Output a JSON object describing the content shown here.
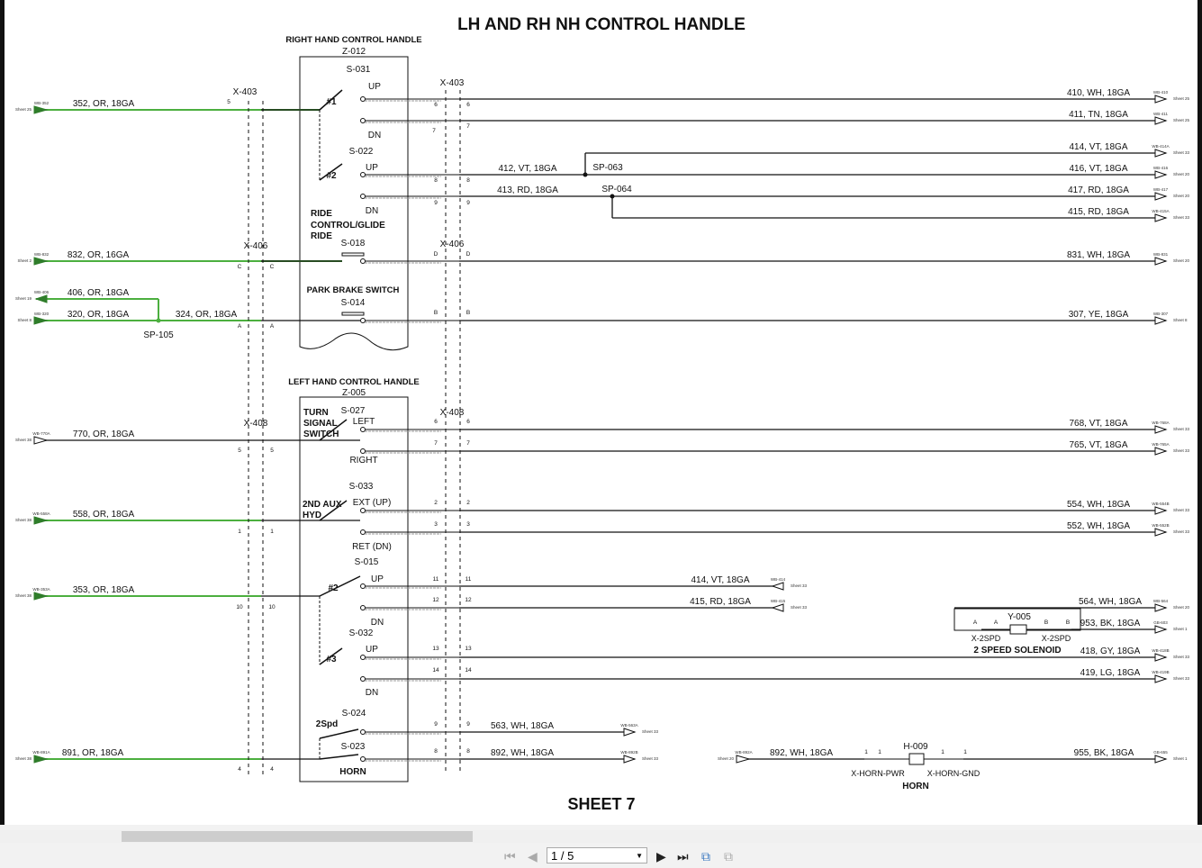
{
  "diagram": {
    "title": "LH AND RH NH CONTROL HANDLE",
    "sheet": "SHEET 7",
    "rh": {
      "title": "RIGHT HAND CONTROL HANDLE",
      "id": "Z-012",
      "s031": "S-031",
      "up1": "UP",
      "n1": "#1",
      "dn1": "DN",
      "s022": "S-022",
      "up2": "UP",
      "n2": "#2",
      "dn2": "DN",
      "ride1": "RIDE",
      "cg": "CONTROL/GLIDE",
      "ride2": "RIDE",
      "s018": "S-018",
      "pbs": "PARK BRAKE SWITCH",
      "s014": "S-014"
    },
    "lh": {
      "title": "LEFT HAND CONTROL HANDLE",
      "id": "Z-005",
      "turn": "TURN",
      "signal": "SIGNAL",
      "switch": "SWITCH",
      "s027": "S-027",
      "left": "LEFT",
      "right": "RIGHT",
      "s033": "S-033",
      "aux": "2ND AUX",
      "hyd": "HYD",
      "ext": "EXT (UP)",
      "ret": "RET (DN)",
      "s015": "S-015",
      "up1": "UP",
      "n2": "#2",
      "dn1": "DN",
      "s032": "S-032",
      "up2": "UP",
      "n3": "#3",
      "dn2": "DN",
      "s024": "S-024",
      "spd": "2Spd",
      "s023": "S-023",
      "horn": "HORN"
    },
    "connectors": [
      "X-403",
      "X-403",
      "X-406",
      "X-406",
      "X-408",
      "X-408"
    ],
    "splices": [
      "SP-063",
      "SP-064",
      "SP-105"
    ],
    "solenoid": {
      "id": "Y-005",
      "conn_a": "X-2SPD",
      "conn_b": "X-2SPD",
      "name": "2 SPEED SOLENOID"
    },
    "horn": {
      "id": "H-009",
      "pwr": "X-HORN-PWR",
      "gnd": "X-HORN-GND",
      "name": "HORN"
    },
    "pins": [
      "5",
      "6",
      "6",
      "7",
      "7",
      "8",
      "8",
      "9",
      "9",
      "C",
      "C",
      "A",
      "A",
      "D",
      "D",
      "B",
      "B",
      "5",
      "5",
      "6",
      "6",
      "7",
      "7",
      "2",
      "2",
      "3",
      "3",
      "1",
      "1",
      "11",
      "11",
      "12",
      "12",
      "10",
      "10",
      "13",
      "13",
      "14",
      "14",
      "9",
      "9",
      "8",
      "8",
      "4",
      "4",
      "A",
      "A",
      "B",
      "B",
      "1",
      "1",
      "1",
      "1"
    ],
    "wires": [
      {
        "label": "352, OR, 18GA",
        "color": "#4caf3f",
        "wb": "WB-352",
        "sheet": "Sheet 25"
      },
      {
        "label": "832, OR, 16GA",
        "color": "#4caf3f",
        "wb": "WB-832",
        "sheet": "Sheet 2"
      },
      {
        "label": "406, OR, 18GA",
        "color": "#4caf3f",
        "wb": "WB-406",
        "sheet": "Sheet 19"
      },
      {
        "label": "320, OR, 18GA",
        "color": "#4caf3f",
        "wb": "WB-320",
        "sheet": "Sheet 8"
      },
      {
        "label": "324, OR, 18GA",
        "color": "#4caf3f",
        "wb": "",
        "sheet": ""
      },
      {
        "label": "770, OR, 18GA",
        "color": "#111111",
        "wb": "WB-770A",
        "sheet": "Sheet 38"
      },
      {
        "label": "558, OR, 18GA",
        "color": "#4caf3f",
        "wb": "WB-558A",
        "sheet": "Sheet 38"
      },
      {
        "label": "353, OR, 18GA",
        "color": "#4caf3f",
        "wb": "WB-353A",
        "sheet": "Sheet 38"
      },
      {
        "label": "891, OR, 18GA",
        "color": "#4caf3f",
        "wb": "WB-891A",
        "sheet": "Sheet 38"
      },
      {
        "label": "410, WH, 18GA",
        "color": "#111111",
        "wb": "WB-410",
        "sheet": "Sheet 25"
      },
      {
        "label": "411, TN, 18GA",
        "color": "#111111",
        "wb": "WB-411",
        "sheet": "Sheet 25"
      },
      {
        "label": "414, VT, 18GA",
        "color": "#111111",
        "wb": "WB-414A",
        "sheet": "Sheet 33"
      },
      {
        "label": "416, VT, 18GA",
        "color": "#111111",
        "wb": "WB-416",
        "sheet": "Sheet 20"
      },
      {
        "label": "417, RD, 18GA",
        "color": "#111111",
        "wb": "WB-417",
        "sheet": "Sheet 20"
      },
      {
        "label": "415, RD, 18GA",
        "color": "#111111",
        "wb": "WB-415A",
        "sheet": "Sheet 33"
      },
      {
        "label": "831, WH, 18GA",
        "color": "#111111",
        "wb": "WB-831",
        "sheet": "Sheet 20"
      },
      {
        "label": "307, YE, 18GA",
        "color": "#111111",
        "wb": "WB-307",
        "sheet": "Sheet 8"
      },
      {
        "label": "768, VT, 18GA",
        "color": "#111111",
        "wb": "WB-768A",
        "sheet": "Sheet 33"
      },
      {
        "label": "765, VT, 18GA",
        "color": "#111111",
        "wb": "WB-765A",
        "sheet": "Sheet 33"
      },
      {
        "label": "554, WH, 18GA",
        "color": "#111111",
        "wb": "WB-554B",
        "sheet": "Sheet 33"
      },
      {
        "label": "552, WH, 18GA",
        "color": "#111111",
        "wb": "WB-552B",
        "sheet": "Sheet 33"
      },
      {
        "label": "564, WH, 18GA",
        "color": "#111111",
        "wb": "WB-564",
        "sheet": "Sheet 20"
      },
      {
        "label": "953, BK, 18GA",
        "color": "#111111",
        "wb": "GB-603",
        "sheet": "Sheet 1"
      },
      {
        "label": "418, GY, 18GA",
        "color": "#111111",
        "wb": "WB-418B",
        "sheet": "Sheet 33"
      },
      {
        "label": "419, LG, 18GA",
        "color": "#111111",
        "wb": "WB-419B",
        "sheet": "Sheet 33"
      },
      {
        "label": "955, BK, 18GA",
        "color": "#111111",
        "wb": "GB-655",
        "sheet": "Sheet 1"
      },
      {
        "label": "412, VT, 18GA",
        "color": "#111111",
        "wb": "",
        "sheet": ""
      },
      {
        "label": "413, RD, 18GA",
        "color": "#111111",
        "wb": "",
        "sheet": ""
      },
      {
        "label": "414, VT, 18GA",
        "color": "#111111",
        "wb": "WB-414",
        "sheet": "Sheet 33"
      },
      {
        "label": "415, RD, 18GA",
        "color": "#111111",
        "wb": "WB-415",
        "sheet": "Sheet 33"
      },
      {
        "label": "563, WH, 18GA",
        "color": "#111111",
        "wb": "WB-563A",
        "sheet": "Sheet 33"
      },
      {
        "label": "892, WH, 18GA",
        "color": "#111111",
        "wb": "WB-892B",
        "sheet": "Sheet 33"
      },
      {
        "label": "892, WH, 18GA",
        "color": "#111111",
        "wb": "WB-892A",
        "sheet": "Sheet 20"
      }
    ]
  },
  "viewer": {
    "page_value": "1 / 5",
    "icons": [
      "first-page-icon",
      "prev-page-icon",
      "next-page-icon",
      "last-page-icon",
      "fit-page-icon",
      "fit-width-icon"
    ]
  }
}
